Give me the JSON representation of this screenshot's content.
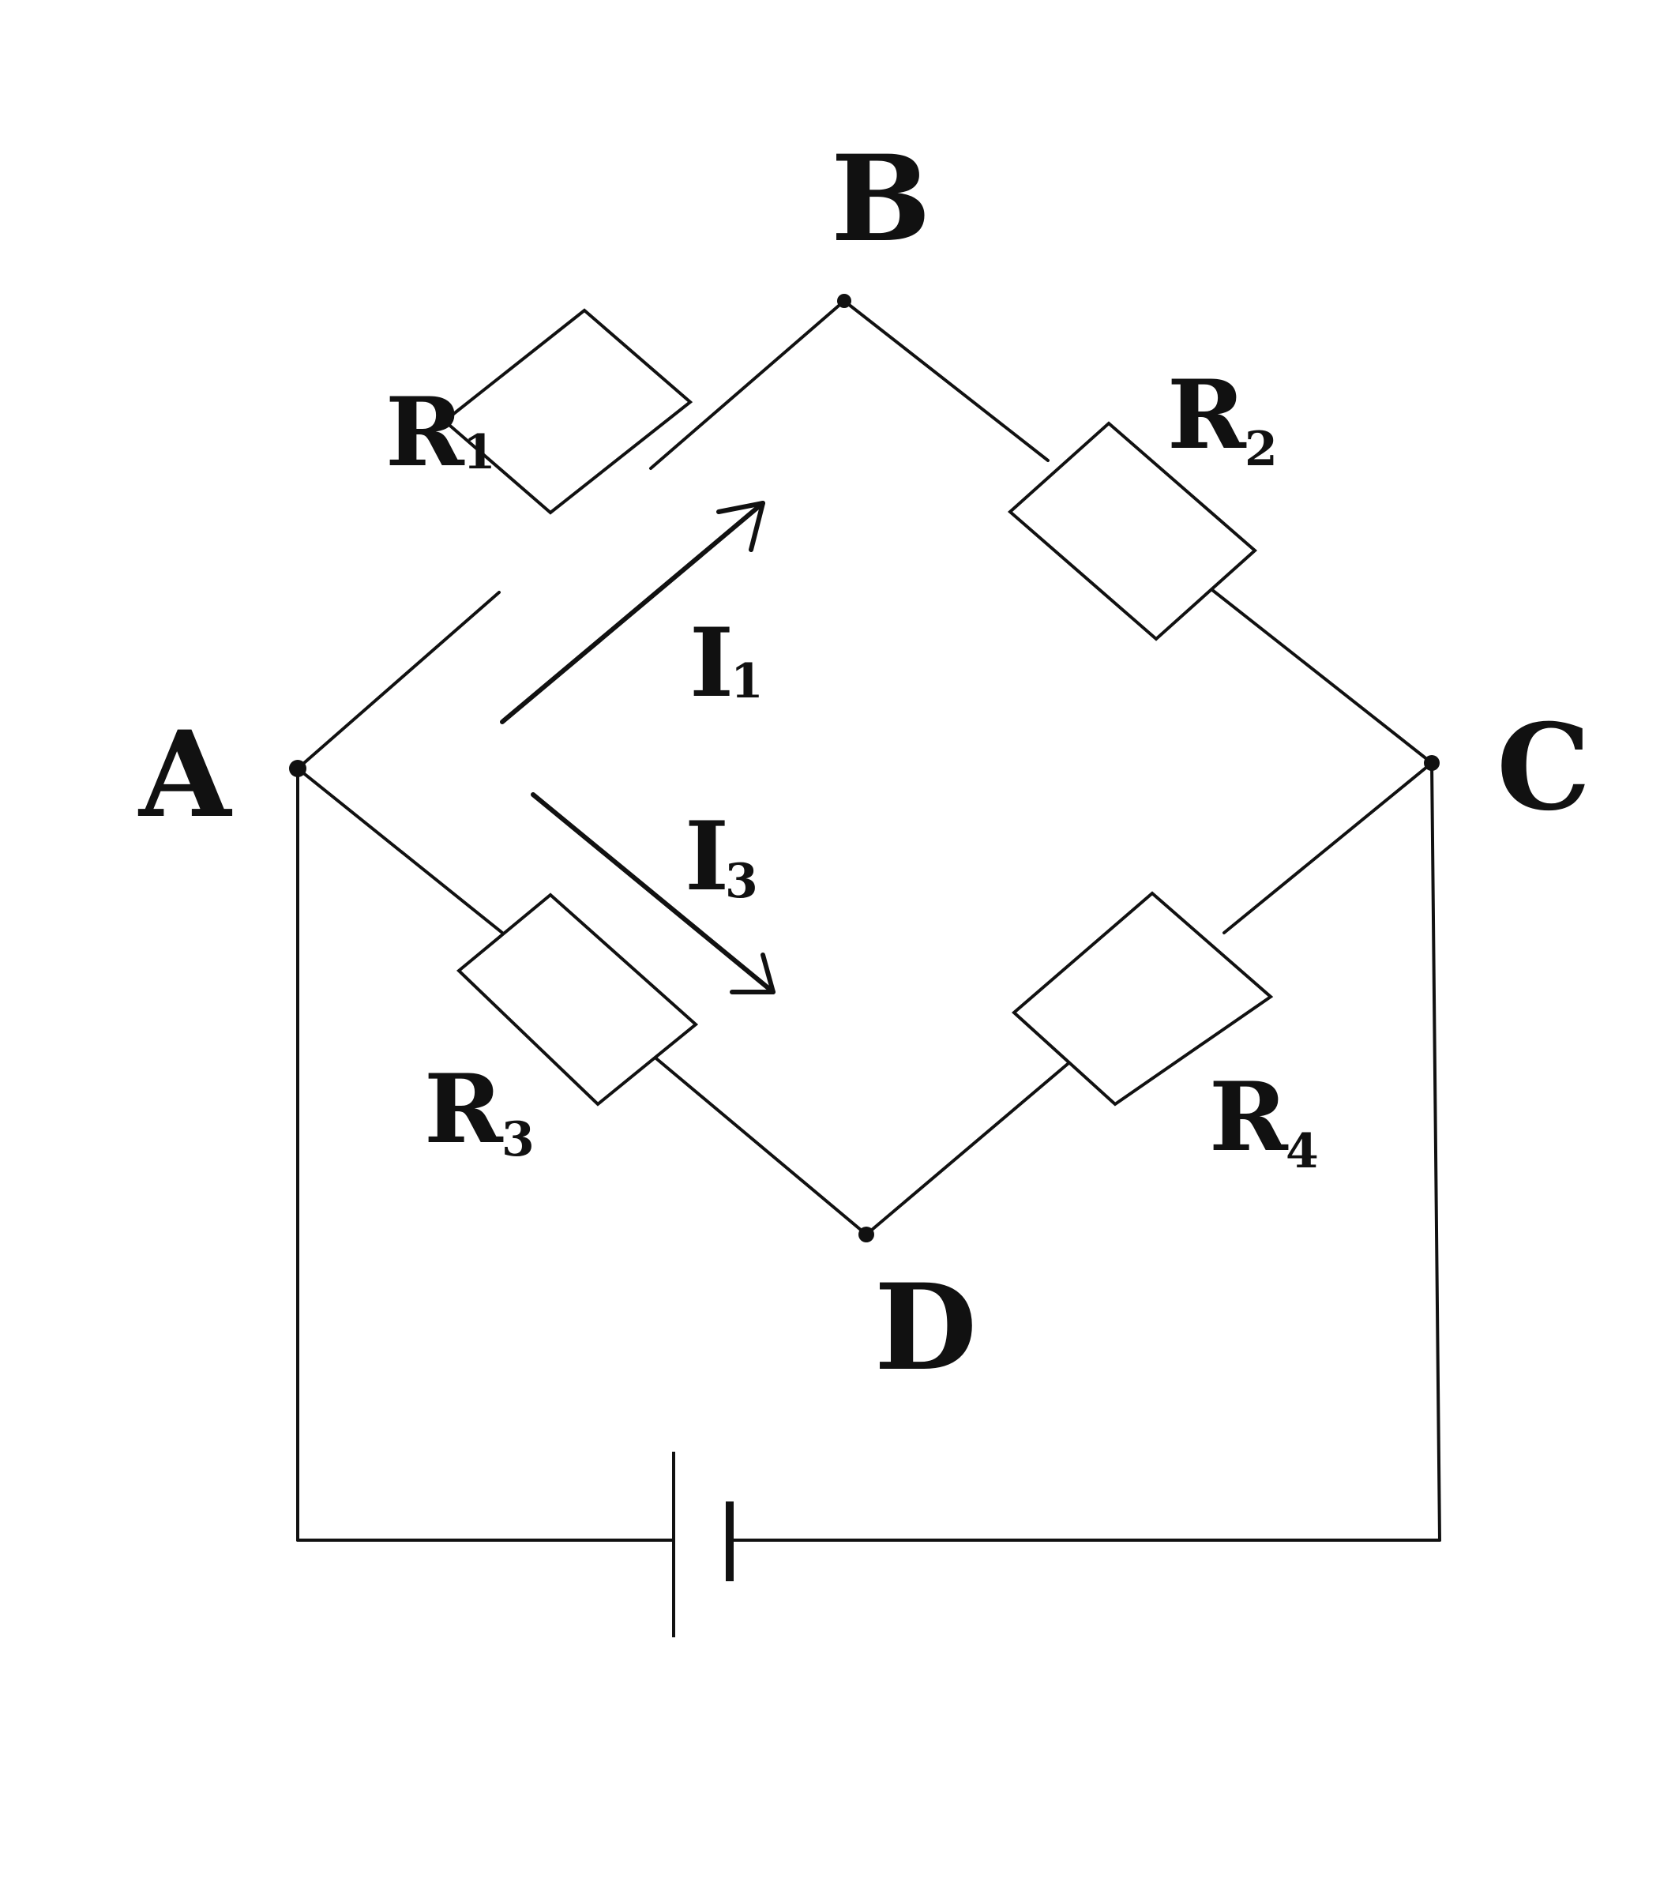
{
  "diagram": {
    "nodes": {
      "A": "A",
      "B": "B",
      "C": "C",
      "D": "D"
    },
    "resistors": [
      {
        "name": "R",
        "sub": "1"
      },
      {
        "name": "R",
        "sub": "2"
      },
      {
        "name": "R",
        "sub": "3"
      },
      {
        "name": "R",
        "sub": "4"
      }
    ],
    "currents": [
      {
        "name": "I",
        "sub": "1"
      },
      {
        "name": "I",
        "sub": "3"
      }
    ]
  }
}
